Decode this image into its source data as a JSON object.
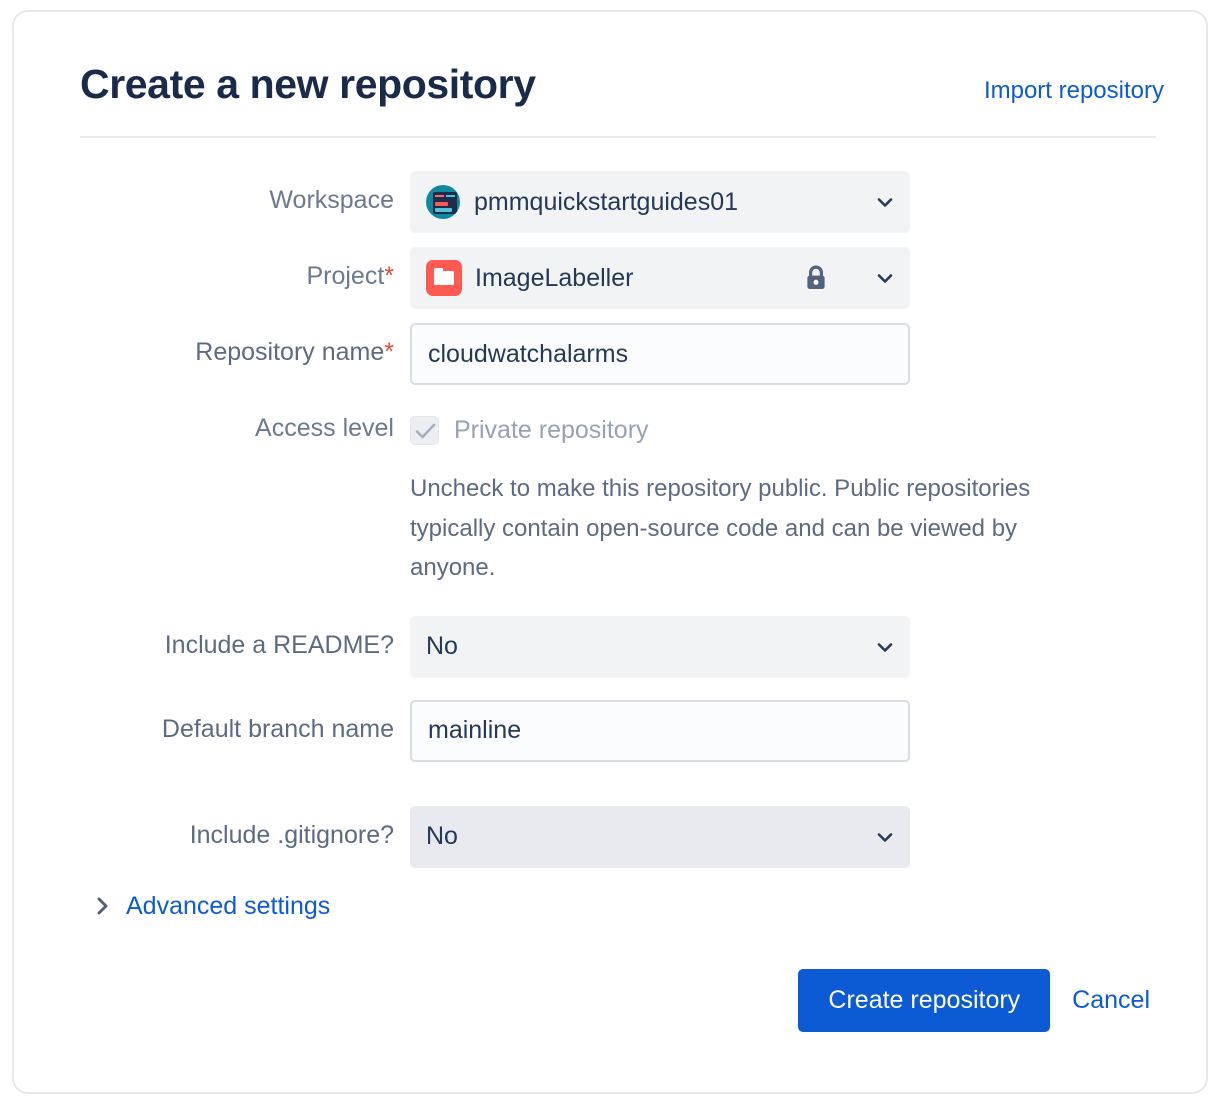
{
  "dialog": {
    "title": "Create a new repository",
    "import_link": "Import repository"
  },
  "form": {
    "workspace": {
      "label": "Workspace",
      "value": "pmmquickstartguides01",
      "icon": "workspace-avatar-icon",
      "chevron": "chevron-down-icon"
    },
    "project": {
      "label": "Project",
      "required_marker": "*",
      "value": "ImageLabeller",
      "icon": "project-folder-icon",
      "lock_icon": "lock-icon",
      "chevron": "chevron-down-icon"
    },
    "repository_name": {
      "label": "Repository name",
      "required_marker": "*",
      "value": "cloudwatchalarms",
      "placeholder": ""
    },
    "access_level": {
      "label": "Access level",
      "checkbox_label": "Private repository",
      "checked": true,
      "disabled": true,
      "help_text": "Uncheck to make this repository public. Public repositories typically contain open-source code and can be viewed by anyone."
    },
    "include_readme": {
      "label": "Include a README?",
      "value": "No",
      "chevron": "chevron-down-icon"
    },
    "default_branch_name": {
      "label": "Default branch name",
      "value": "mainline",
      "placeholder": ""
    },
    "include_gitignore": {
      "label": "Include .gitignore?",
      "value": "No",
      "chevron": "chevron-down-icon"
    },
    "advanced_settings": {
      "label": "Advanced settings",
      "chevron": "chevron-right-icon",
      "expanded": false
    }
  },
  "actions": {
    "submit_label": "Create repository",
    "cancel_label": "Cancel"
  },
  "colors": {
    "link": "#0c5bd4",
    "primary_button": "#0c5bd4",
    "title": "#1b2a4b",
    "label": "#6b7a90",
    "required_asterisk": "#e34935",
    "project_icon": "#ff5a52",
    "workspace_avatar": "#0e8a9c",
    "lock_icon": "#546080",
    "card_border": "#e7e7ec"
  }
}
